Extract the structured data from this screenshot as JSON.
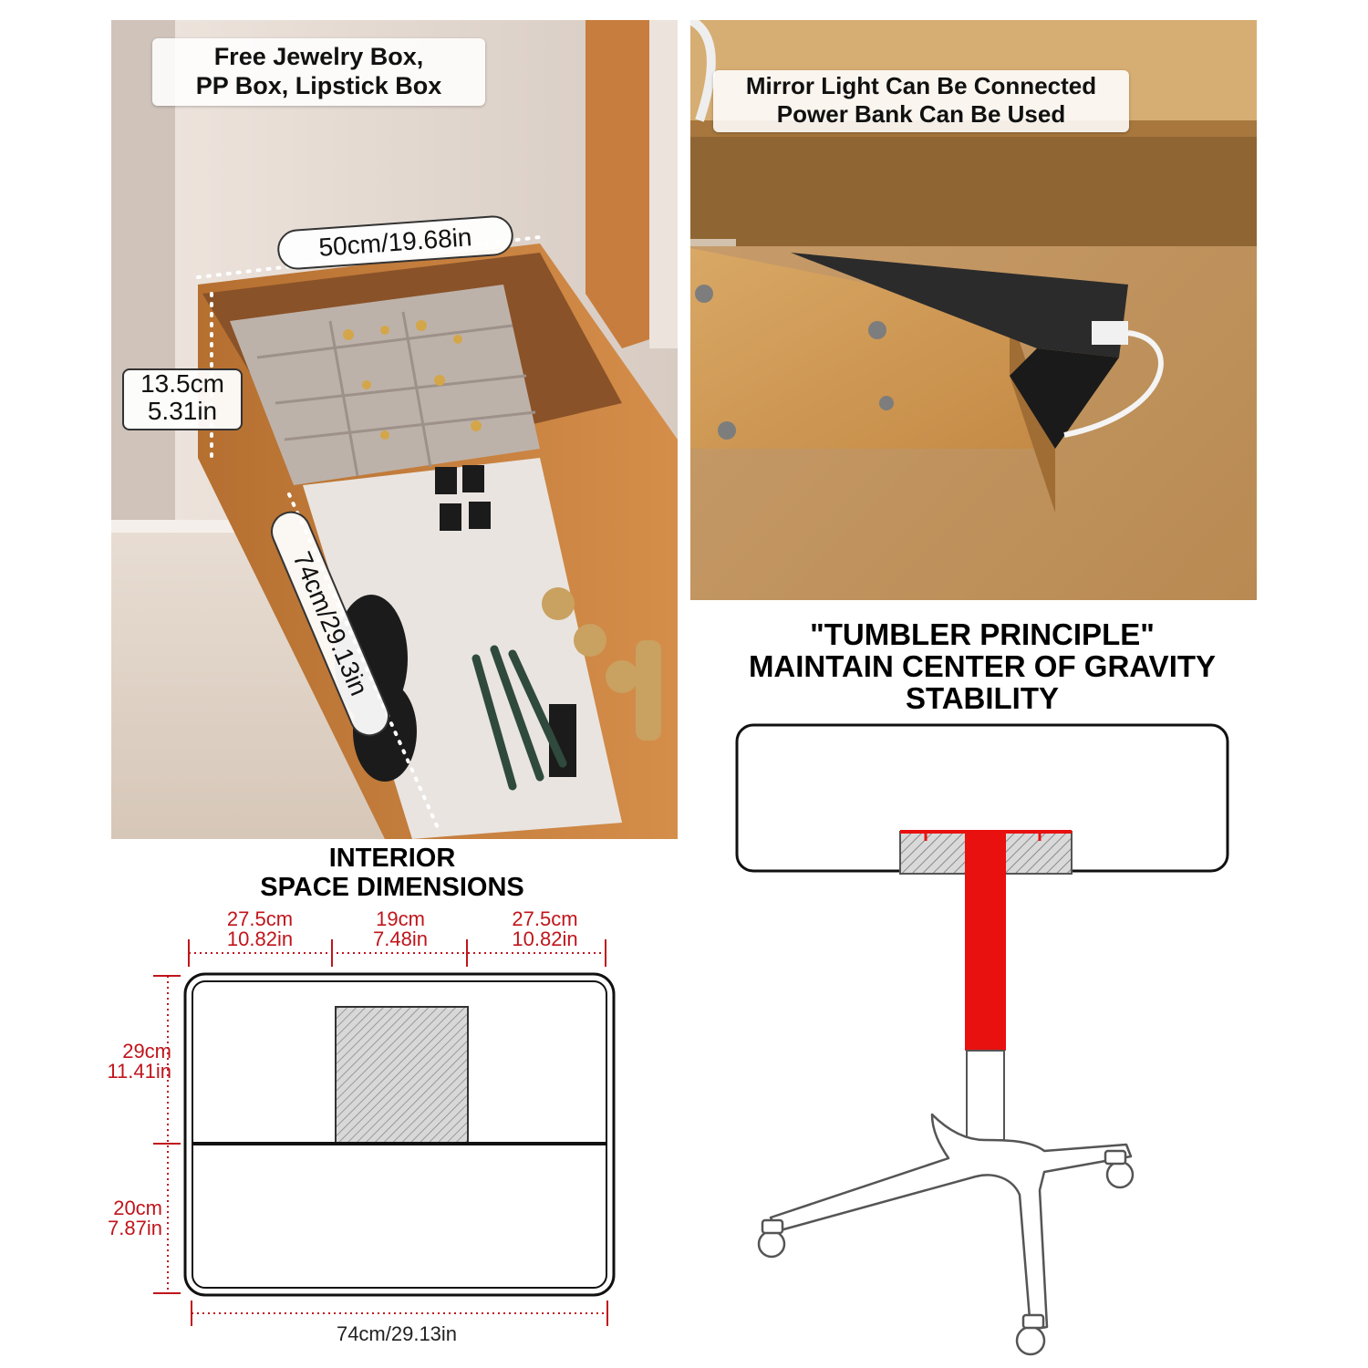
{
  "drawer_photo": {
    "caption": [
      "Free Jewelry Box,",
      "PP Box, Lipstick Box"
    ],
    "dims": {
      "width": "50cm/19.68in",
      "height": [
        "13.5cm",
        "5.31in"
      ],
      "length": "74cm/29.13in"
    }
  },
  "power_photo": {
    "caption": [
      "Mirror Light Can Be Connected",
      "Power Bank Can Be Used"
    ]
  },
  "stability": {
    "title": [
      "\"TUMBLER PRINCIPLE\"",
      "MAINTAIN CENTER OF GRAVITY",
      "STABILITY"
    ]
  },
  "interior": {
    "title": [
      "INTERIOR",
      "SPACE DIMENSIONS"
    ],
    "top_dims": [
      [
        "27.5cm",
        "10.82in"
      ],
      [
        "19cm",
        "7.48in"
      ],
      [
        "27.5cm",
        "10.82in"
      ]
    ],
    "side_dims": [
      [
        "29cm",
        "11.41in"
      ],
      [
        "20cm",
        "7.87in"
      ]
    ],
    "bottom_dim": "74cm/29.13in"
  },
  "colors": {
    "dimension_red": "#c0151b",
    "pole_red": "#e8110f",
    "wood": "#c9843f"
  }
}
